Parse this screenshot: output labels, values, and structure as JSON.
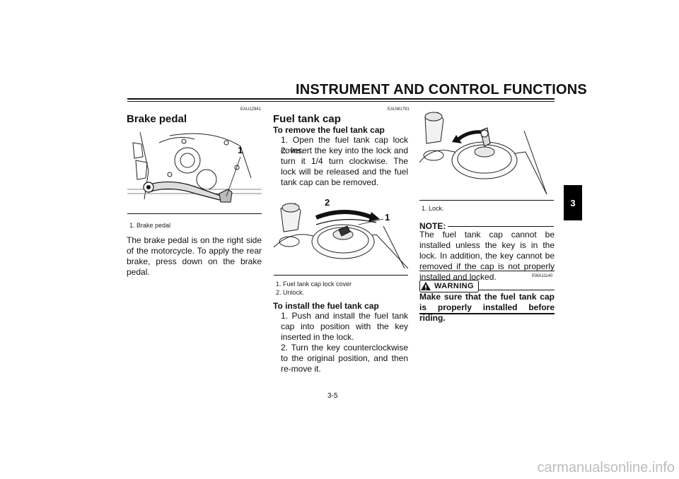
{
  "header": {
    "title": "INSTRUMENT AND CONTROL FUNCTIONS"
  },
  "section_tab": "3",
  "brake": {
    "code": "EAU12941",
    "heading": "Brake pedal",
    "callout": "1",
    "caption": "1. Brake pedal",
    "body": "The brake pedal is on the right side of the motorcycle. To apply the rear brake, press down on the brake pedal."
  },
  "fuel": {
    "code": "EAUM1791",
    "heading": "Fuel tank cap",
    "remove_heading": "To remove the fuel tank cap",
    "remove_steps": [
      "1. Open the fuel tank cap lock cover.",
      "2. Insert the key into the lock and turn it 1/4 turn clockwise. The lock will be released and the fuel tank cap can be removed."
    ],
    "callout_1": "1",
    "callout_2": "2",
    "captions": [
      "1. Fuel tank cap lock cover",
      "2. Unlock."
    ],
    "install_heading": "To install the fuel tank cap",
    "install_steps": [
      "1. Push and install the fuel tank cap into position with the key inserted in the lock.",
      "2. Turn the key counterclockwise to the original position, and then re-move it."
    ]
  },
  "right": {
    "caption": "1. Lock.",
    "note_label": "NOTE:",
    "note_text": "The fuel tank cap cannot be installed unless the key is in the lock. In addition, the key cannot be removed if the cap is not properly installed and locked.",
    "warning_code": "EWA11140",
    "warning_label": "WARNING",
    "warning_text": "Make sure that the fuel tank cap is properly installed before riding."
  },
  "footer": {
    "page": "3-5"
  },
  "watermark": "carmanualsonline.info"
}
